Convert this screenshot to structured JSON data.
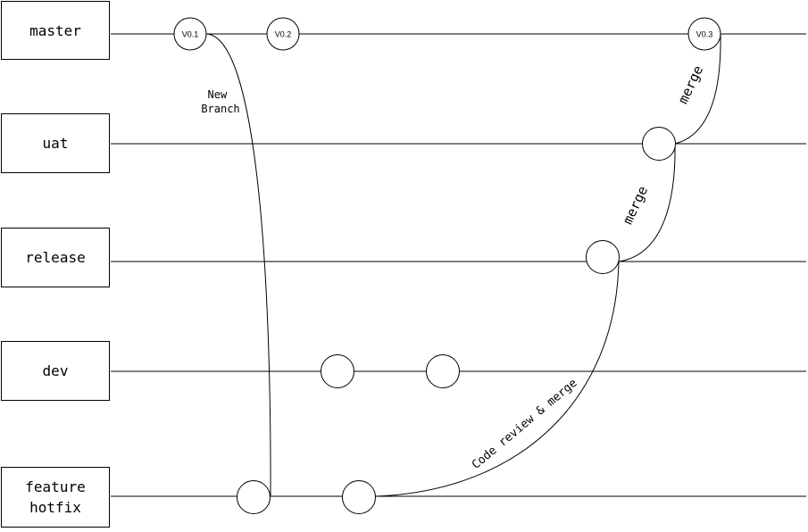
{
  "branches": [
    {
      "name": "master",
      "lines": [
        "master"
      ]
    },
    {
      "name": "uat",
      "lines": [
        "uat"
      ]
    },
    {
      "name": "release",
      "lines": [
        "release"
      ]
    },
    {
      "name": "dev",
      "lines": [
        "dev"
      ]
    },
    {
      "name": "feature-hotfix",
      "lines": [
        "feature",
        "hotfix"
      ]
    }
  ],
  "tags": {
    "v01": "V0.1",
    "v02": "V0.2",
    "v03": "V0.3"
  },
  "annotations": {
    "new_branch": [
      "New",
      "Branch"
    ],
    "merge_master": "merge",
    "merge_uat": "merge",
    "code_review": "Code review & merge"
  },
  "colors": {
    "stroke": "#000000",
    "background": "#ffffff"
  }
}
